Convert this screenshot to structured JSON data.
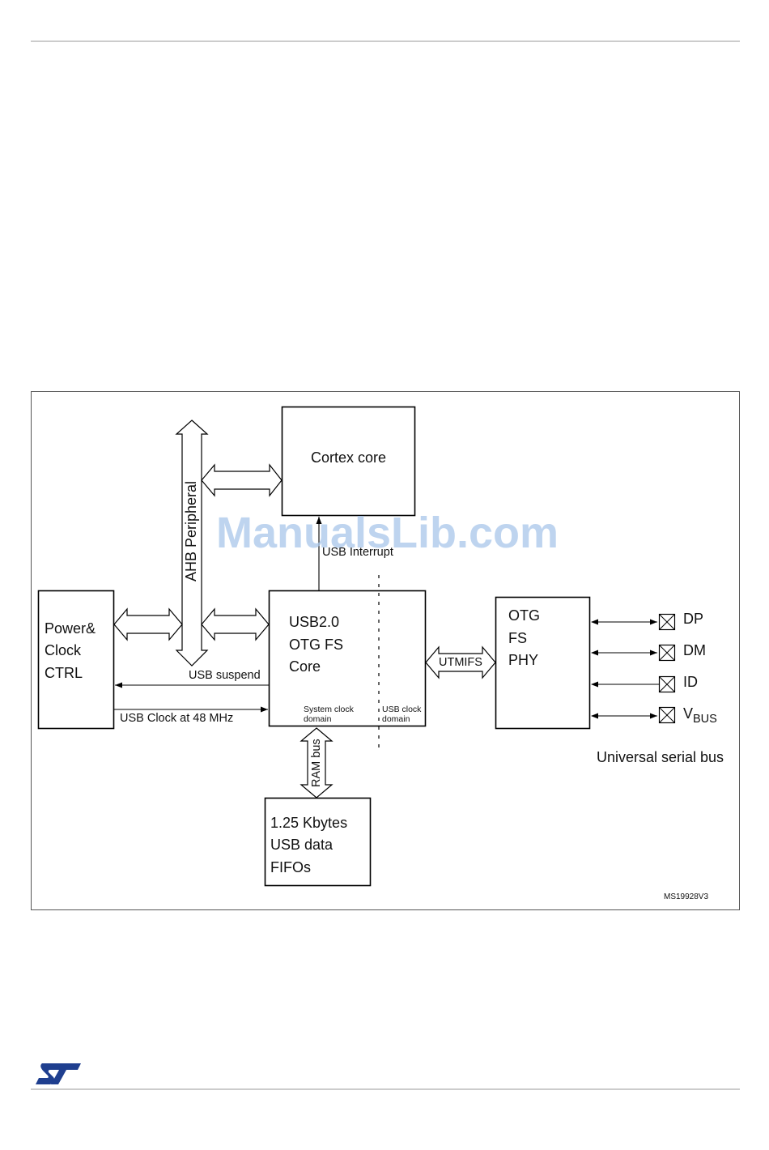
{
  "watermark": "ManualsLib.com",
  "figure_id": "MS19928V3",
  "blocks": {
    "cortex": {
      "line1": "Cortex core"
    },
    "power": {
      "line1": "Power&",
      "line2": "Clock",
      "line3": "CTRL"
    },
    "usb_core": {
      "line1": "USB2.0",
      "line2": "OTG FS",
      "line3": "Core"
    },
    "phy": {
      "line1": "OTG",
      "line2": "FS",
      "line3": "PHY"
    },
    "fifo": {
      "line1": "1.25 Kbytes",
      "line2": "USB data",
      "line3": "FIFOs"
    }
  },
  "buses": {
    "ahb": "AHB Peripheral",
    "ram": "RAM bus",
    "utmifs": "UTMIFS"
  },
  "signals": {
    "usb_interrupt": "USB Interrupt",
    "usb_suspend": "USB suspend",
    "usb_clock": "USB Clock at 48 MHz"
  },
  "domains": {
    "system_l1": "System clock",
    "system_l2": "domain",
    "usb_l1": "USB clock",
    "usb_l2": "domain"
  },
  "pins": {
    "dp": "DP",
    "dm": "DM",
    "id": "ID",
    "vbus_main": "V",
    "vbus_sub": "BUS"
  },
  "external_label": "Universal serial bus"
}
